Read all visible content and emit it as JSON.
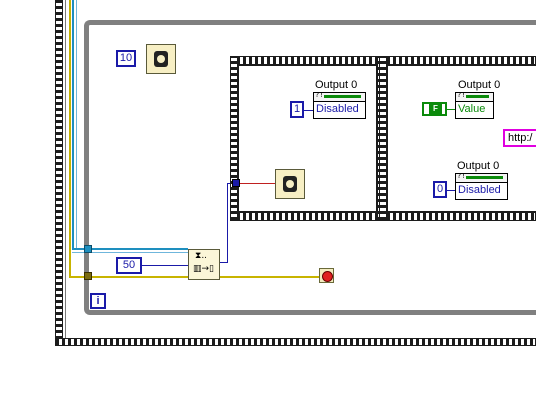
{
  "diagram": {
    "loop_iteration_terminal": "i",
    "outer_wait_constant": "10",
    "subvi_input_constant": "50",
    "frame1": {
      "constant": "1",
      "indicator": {
        "name": "Output 0",
        "value": "Disabled"
      }
    },
    "frame2": {
      "boolean_constant": "F",
      "indicator_top": {
        "name": "Output 0",
        "value": "Value"
      },
      "indicator_bottom_constant": "0",
      "indicator_bottom": {
        "name": "Output 0",
        "value": "Disabled"
      },
      "url_constant": "http:/"
    },
    "subvi_glyph": "⧗..",
    "subvi_glyph2": "▥→▯"
  },
  "colors": {
    "frame_gray": "#808080",
    "constant_blue": "#1a1aa8",
    "wire_yellow": "#c8b400",
    "wire_cyan": "#1e8fbf",
    "string_pink": "#e000e0",
    "boolean_green": "#0a8a0a",
    "stop_red": "#e02020"
  }
}
